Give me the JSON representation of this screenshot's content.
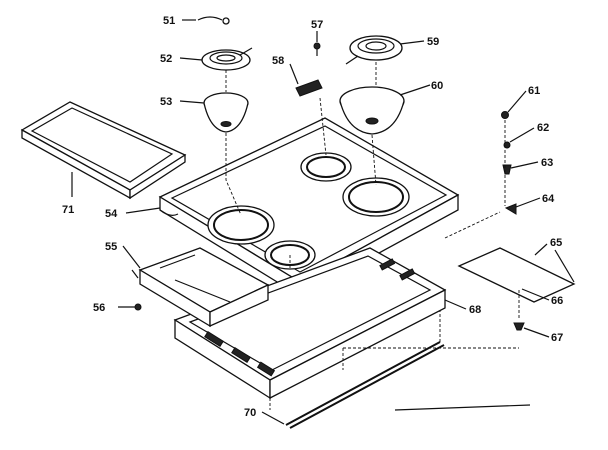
{
  "callouts": [
    {
      "id": "c51",
      "label": "51"
    },
    {
      "id": "c52",
      "label": "52"
    },
    {
      "id": "c53",
      "label": "53"
    },
    {
      "id": "c54",
      "label": "54"
    },
    {
      "id": "c55",
      "label": "55"
    },
    {
      "id": "c56",
      "label": "56"
    },
    {
      "id": "c57",
      "label": "57"
    },
    {
      "id": "c58",
      "label": "58"
    },
    {
      "id": "c59",
      "label": "59"
    },
    {
      "id": "c60",
      "label": "60"
    },
    {
      "id": "c61",
      "label": "61"
    },
    {
      "id": "c62",
      "label": "62"
    },
    {
      "id": "c63",
      "label": "63"
    },
    {
      "id": "c64",
      "label": "64"
    },
    {
      "id": "c65",
      "label": "65"
    },
    {
      "id": "c66",
      "label": "66"
    },
    {
      "id": "c67",
      "label": "67"
    },
    {
      "id": "c68",
      "label": "68"
    },
    {
      "id": "c70",
      "label": "70"
    },
    {
      "id": "c71",
      "label": "71"
    }
  ]
}
